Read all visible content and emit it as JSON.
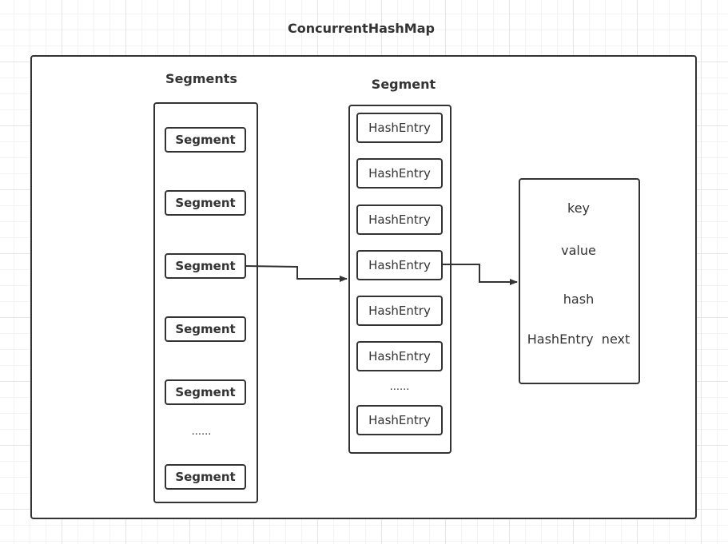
{
  "title": "ConcurrentHashMap",
  "segments_column": {
    "heading": "Segments",
    "items": [
      "Segment",
      "Segment",
      "Segment",
      "Segment",
      "Segment",
      "Segment"
    ],
    "ellipsis": "......"
  },
  "segment_column": {
    "heading": "Segment",
    "items": [
      "HashEntry",
      "HashEntry",
      "HashEntry",
      "HashEntry",
      "HashEntry",
      "HashEntry",
      "HashEntry"
    ],
    "ellipsis": "......"
  },
  "entry_box": {
    "fields": [
      "key",
      "value",
      "hash",
      "HashEntry  next"
    ]
  }
}
